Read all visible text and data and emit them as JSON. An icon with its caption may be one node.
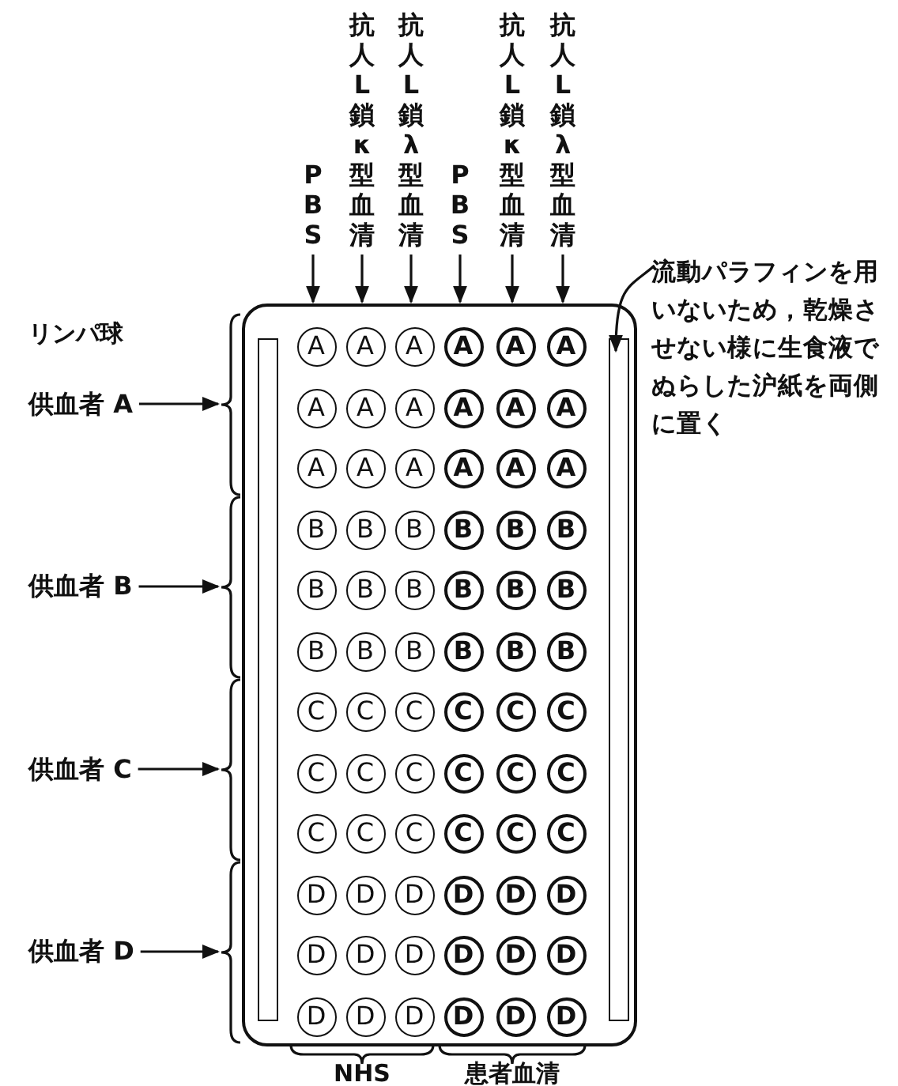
{
  "diagram": {
    "nodes": [
      {
        "text": [
          "PBS"
        ]
      },
      {
        "text": [
          "抗人L鎖κ型血清"
        ]
      },
      {
        "text": [
          "抗人L鎖λ型血清"
        ]
      },
      {
        "text": [
          "PBS"
        ]
      },
      {
        "text": [
          "抗人L鎖κ型血清"
        ]
      },
      {
        "text": [
          "抗人L鎖λ型血清"
        ]
      },
      {
        "text": [
          "流動パラフィンを用いないため，乾燥させない様に生食液でぬらした沪紙を両側に置く"
        ]
      },
      {
        "text": [
          "供血者 A"
        ]
      },
      {
        "text": [
          "供血者 B"
        ]
      },
      {
        "text": [
          "供血者 C"
        ]
      },
      {
        "text": [
          "供血者 D"
        ]
      },
      {
        "text": [],
        "shape": "box"
      },
      {
        "text": [],
        "shape": "bar",
        "in": 11
      },
      {
        "text": [],
        "shape": "bar",
        "in": 11
      },
      {
        "text": [
          "A"
        ],
        "in": 11
      },
      {
        "text": [
          "A"
        ],
        "in": 11
      },
      {
        "text": [
          "A"
        ],
        "in": 11
      },
      {
        "text": [
          "A"
        ],
        "in": 11
      },
      {
        "text": [
          "A"
        ],
        "in": 11
      },
      {
        "text": [
          "A"
        ],
        "in": 11
      },
      {
        "text": [
          "A"
        ],
        "in": 11
      },
      {
        "text": [
          "A"
        ],
        "in": 11
      },
      {
        "text": [
          "A"
        ],
        "in": 11
      },
      {
        "text": [
          "A"
        ],
        "in": 11
      },
      {
        "text": [
          "A"
        ],
        "in": 11
      },
      {
        "text": [
          "A"
        ],
        "in": 11
      },
      {
        "text": [
          "A"
        ],
        "in": 11
      },
      {
        "text": [
          "A"
        ],
        "in": 11
      },
      {
        "text": [
          "A"
        ],
        "in": 11
      },
      {
        "text": [
          "A"
        ],
        "in": 11
      },
      {
        "text": [
          "A"
        ],
        "in": 11
      },
      {
        "text": [
          "A"
        ],
        "in": 11
      },
      {
        "text": [
          "B"
        ],
        "in": 11
      },
      {
        "text": [
          "B"
        ],
        "in": 11
      },
      {
        "text": [
          "B"
        ],
        "in": 11
      },
      {
        "text": [
          "B"
        ],
        "in": 11
      },
      {
        "text": [
          "B"
        ],
        "in": 11
      },
      {
        "text": [
          "B"
        ],
        "in": 11
      },
      {
        "text": [
          "B"
        ],
        "in": 11
      },
      {
        "text": [
          "B"
        ],
        "in": 11
      },
      {
        "text": [
          "B"
        ],
        "in": 11
      },
      {
        "text": [
          "B"
        ],
        "in": 11
      },
      {
        "text": [
          "B"
        ],
        "in": 11
      },
      {
        "text": [
          "B"
        ],
        "in": 11
      },
      {
        "text": [
          "B"
        ],
        "in": 11
      },
      {
        "text": [
          "B"
        ],
        "in": 11
      },
      {
        "text": [
          "B"
        ],
        "in": 11
      },
      {
        "text": [
          "B"
        ],
        "in": 11
      },
      {
        "text": [
          "B"
        ],
        "in": 11
      },
      {
        "text": [
          "B"
        ],
        "in": 11
      },
      {
        "text": [
          "C"
        ],
        "in": 11
      },
      {
        "text": [
          "C"
        ],
        "in": 11
      },
      {
        "text": [
          "C"
        ],
        "in": 11
      },
      {
        "text": [
          "C"
        ],
        "in": 11
      },
      {
        "text": [
          "C"
        ],
        "in": 11
      },
      {
        "text": [
          "C"
        ],
        "in": 11
      },
      {
        "text": [
          "C"
        ],
        "in": 11
      },
      {
        "text": [
          "C"
        ],
        "in": 11
      },
      {
        "text": [
          "C"
        ],
        "in": 11
      },
      {
        "text": [
          "C"
        ],
        "in": 11
      },
      {
        "text": [
          "C"
        ],
        "in": 11
      },
      {
        "text": [
          "C"
        ],
        "in": 11
      },
      {
        "text": [
          "C"
        ],
        "in": 11
      },
      {
        "text": [
          "C"
        ],
        "in": 11
      },
      {
        "text": [
          "C"
        ],
        "in": 11
      },
      {
        "text": [
          "C"
        ],
        "in": 11
      },
      {
        "text": [
          "C"
        ],
        "in": 11
      },
      {
        "text": [
          "C"
        ],
        "in": 11
      },
      {
        "text": [
          "D"
        ],
        "in": 11
      },
      {
        "text": [
          "D"
        ],
        "in": 11
      },
      {
        "text": [
          "D"
        ],
        "in": 11
      },
      {
        "text": [
          "D"
        ],
        "in": 11
      },
      {
        "text": [
          "D"
        ],
        "in": 11
      },
      {
        "text": [
          "D"
        ],
        "in": 11
      },
      {
        "text": [
          "D"
        ],
        "in": 11
      },
      {
        "text": [
          "D"
        ],
        "in": 11
      },
      {
        "text": [
          "D"
        ],
        "in": 11
      },
      {
        "text": [
          "D"
        ],
        "in": 11
      },
      {
        "text": [
          "D"
        ],
        "in": 11
      },
      {
        "text": [
          "D"
        ],
        "in": 11
      },
      {
        "text": [
          "D"
        ],
        "in": 11
      },
      {
        "text": [
          "D"
        ],
        "in": 11
      },
      {
        "text": [
          "D"
        ],
        "in": 11
      },
      {
        "text": [
          "D"
        ],
        "in": 11
      },
      {
        "text": [
          "D"
        ],
        "in": 11
      },
      {
        "text": [
          "D"
        ],
        "in": 11
      }
    ],
    "edges": [
      {
        "from": 0,
        "to": 11,
        "arrow": "to"
      },
      {
        "from": 1,
        "to": 11,
        "arrow": "to"
      },
      {
        "from": 2,
        "to": 11,
        "arrow": "to"
      },
      {
        "from": 3,
        "to": 11,
        "arrow": "to"
      },
      {
        "from": 4,
        "to": 11,
        "arrow": "to"
      },
      {
        "from": 5,
        "to": 11,
        "arrow": "to"
      },
      {
        "from": 6,
        "to": 13,
        "arrow": "to"
      },
      {
        "from": 7,
        "to": 11,
        "arrow": "to"
      },
      {
        "from": 8,
        "to": 11,
        "arrow": "to"
      },
      {
        "from": 9,
        "to": 11,
        "arrow": "to"
      },
      {
        "from": 10,
        "to": 11,
        "arrow": "to"
      }
    ],
    "labels": [
      "リンパ球",
      "NHS",
      "患者血清"
    ]
  }
}
